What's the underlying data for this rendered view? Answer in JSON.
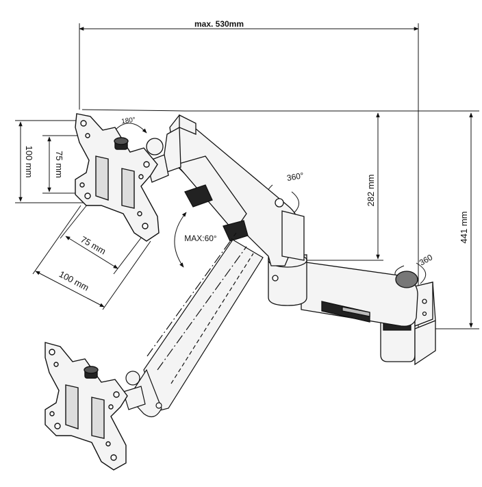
{
  "dimensions": {
    "max_reach": "max. 530mm",
    "height_upper": "282 mm",
    "height_total": "441 mm",
    "vesa_outer_vertical": "100 mm",
    "vesa_inner_vertical": "75 mm",
    "vesa_inner_diagonal": "75 mm",
    "vesa_outer_diagonal": "100 mm"
  },
  "angles": {
    "head_tilt": "180°",
    "arm_rotation": "360°",
    "tilt_range": "MAX:60°",
    "base_rotation": "360"
  },
  "colors": {
    "line": "#111111",
    "arm_fill": "#f4f4f4",
    "shade": "#cfcfcf"
  }
}
